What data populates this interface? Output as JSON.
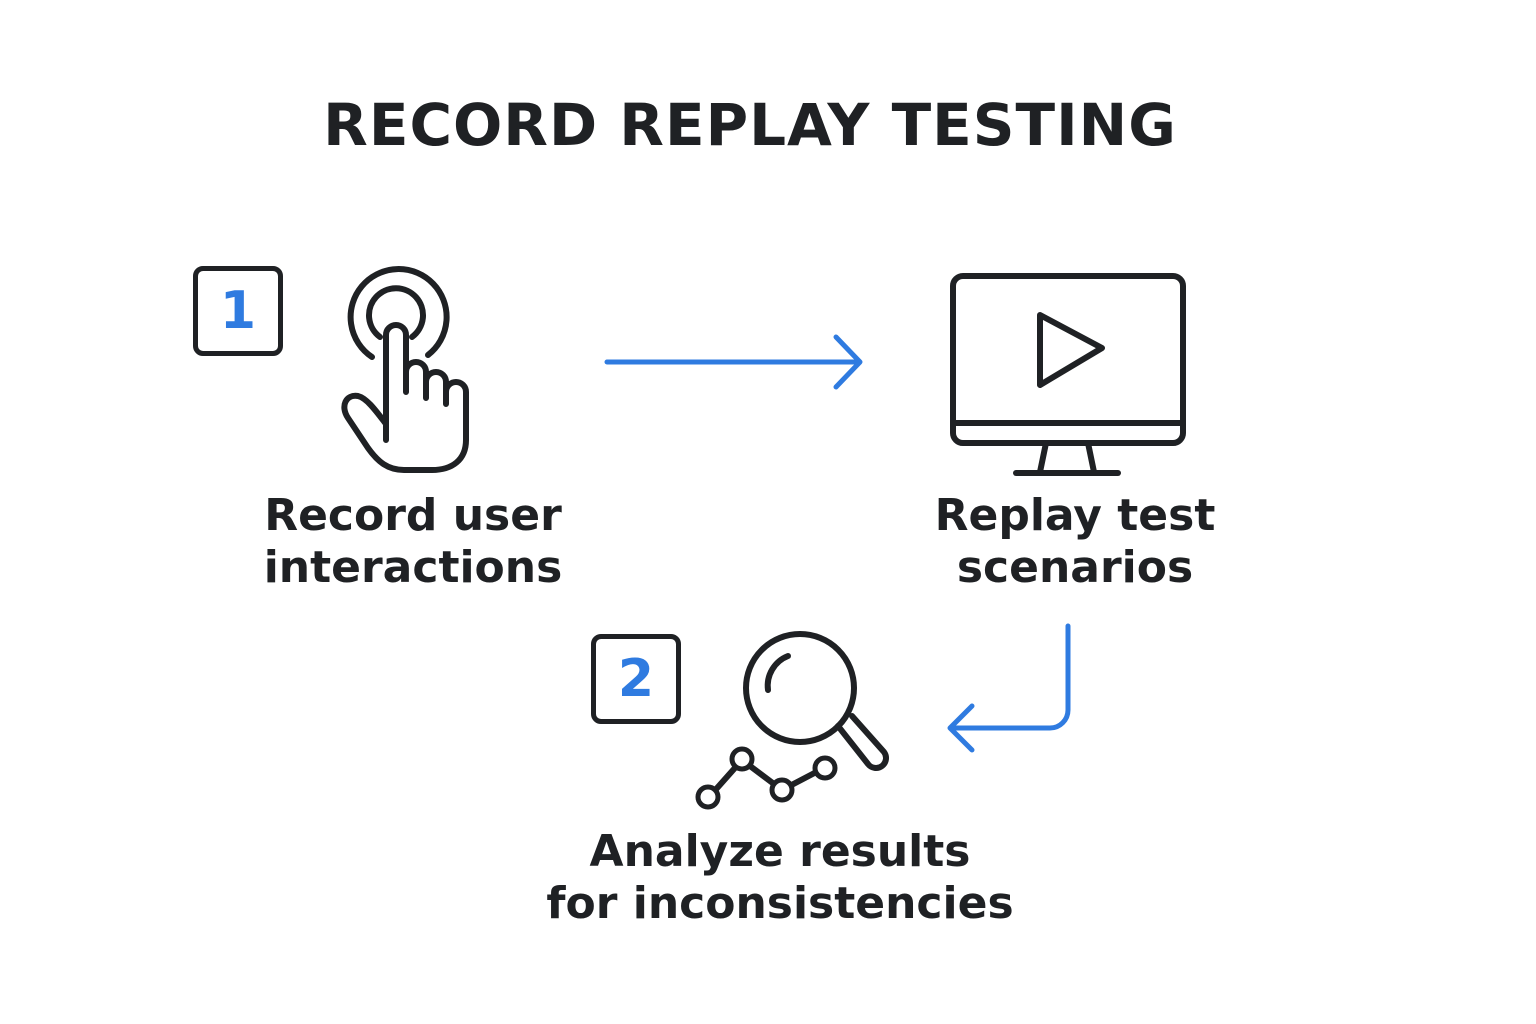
{
  "title": "RECORD REPLAY TESTING",
  "colors": {
    "accent": "#2f7be0",
    "ink": "#1f2124",
    "background": "#ffffff"
  },
  "steps": [
    {
      "badge": "1",
      "icon": "tap-finger-icon",
      "label_line1": "Record user",
      "label_line2": "interactions"
    },
    {
      "badge": "",
      "icon": "monitor-play-icon",
      "label_line1": "Replay test",
      "label_line2": "scenarios"
    },
    {
      "badge": "2",
      "icon": "magnifier-chart-icon",
      "label_line1": "Analyze results",
      "label_line2": "for inconsistencies"
    }
  ],
  "connectors": [
    {
      "from": "Record user interactions",
      "to": "Replay test scenarios",
      "icon": "arrow-right-icon"
    },
    {
      "from": "Replay test scenarios",
      "to": "Analyze results for inconsistencies",
      "icon": "arrow-down-left-icon"
    }
  ]
}
